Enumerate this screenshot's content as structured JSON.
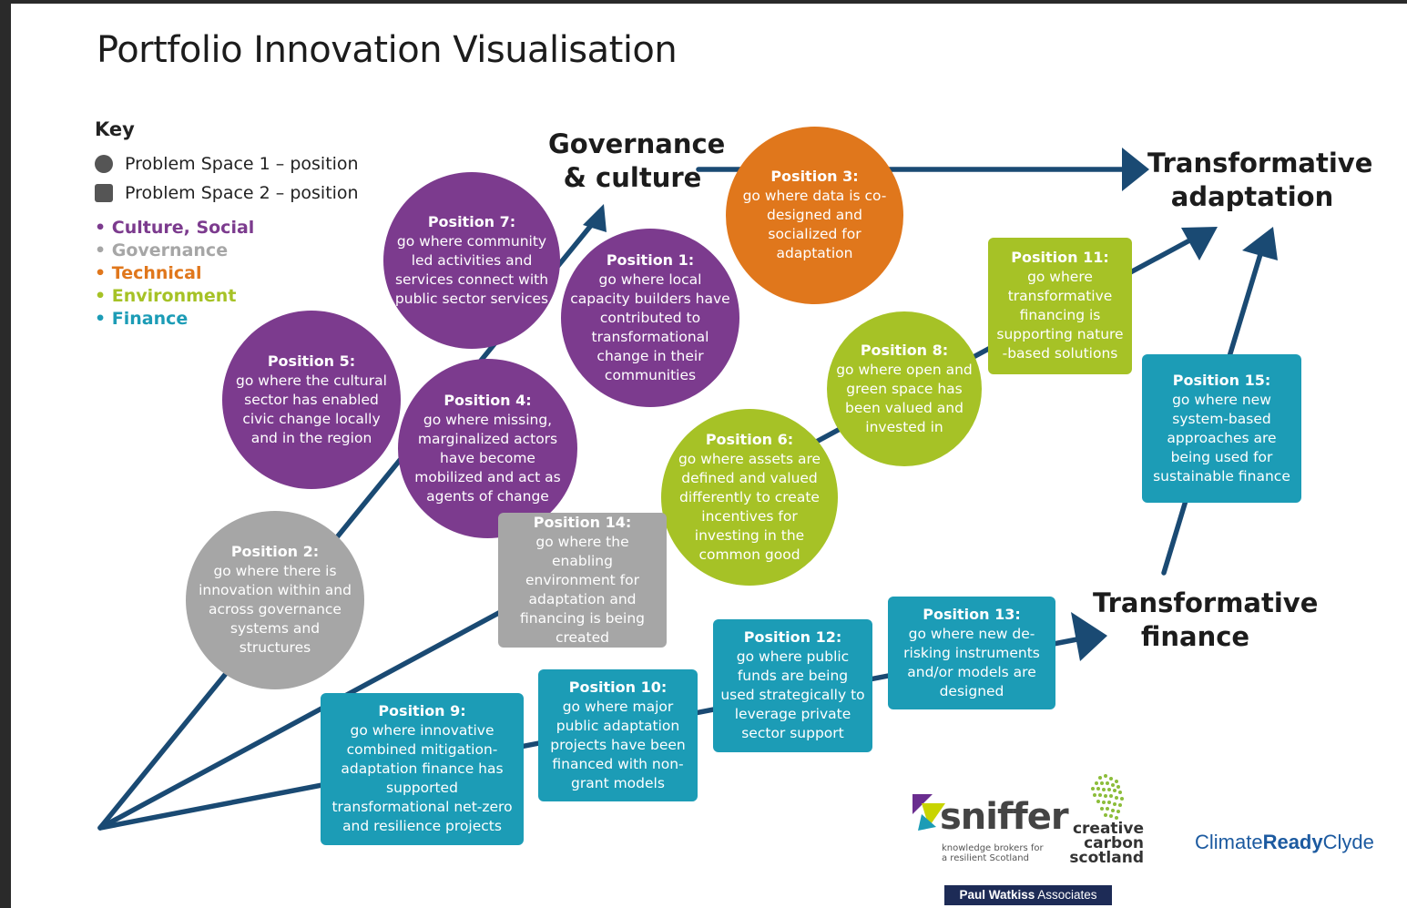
{
  "title": "Portfolio Innovation Visualisation",
  "key": {
    "heading": "Key",
    "shapes": [
      {
        "shape": "circle",
        "label": "Problem Space 1 – position"
      },
      {
        "shape": "square",
        "label": "Problem Space 2 – position"
      }
    ],
    "categories": [
      {
        "label": "Culture, Social",
        "color": "#7c3b8e"
      },
      {
        "label": "Governance",
        "color": "#a6a6a6"
      },
      {
        "label": "Technical",
        "color": "#e0771c"
      },
      {
        "label": "Environment",
        "color": "#a6c226"
      },
      {
        "label": "Finance",
        "color": "#1c9cb6"
      }
    ]
  },
  "arrow_color": "#1a4a73",
  "labels": {
    "governance": "Governance & culture",
    "transformative_adaptation": "Transformative adaptation",
    "transformative_finance": "Transformative finance"
  },
  "positions": [
    {
      "id": 7,
      "shape": "circle",
      "category": "Culture, Social",
      "title": "Position 7:",
      "text": "go where community led activities and services connect with public sector services"
    },
    {
      "id": 1,
      "shape": "circle",
      "category": "Culture, Social",
      "title": "Position 1:",
      "text": "go where local capacity builders have contributed to transformational change in their communities"
    },
    {
      "id": 3,
      "shape": "circle",
      "category": "Technical",
      "title": "Position 3:",
      "text": "go where data is co-designed and socialized for adaptation"
    },
    {
      "id": 5,
      "shape": "circle",
      "category": "Culture, Social",
      "title": "Position 5:",
      "text": "go where the cultural sector has enabled civic change locally and in the region"
    },
    {
      "id": 4,
      "shape": "circle",
      "category": "Culture, Social",
      "title": "Position 4:",
      "text": "go where missing, marginalized actors have become mobilized and act as agents of change"
    },
    {
      "id": 2,
      "shape": "circle",
      "category": "Governance",
      "title": "Position 2:",
      "text": "go where there is innovation within and across governance systems and structures"
    },
    {
      "id": 11,
      "shape": "square",
      "category": "Environment",
      "title": "Position 11:",
      "text": "go where transformative financing is supporting nature -based solutions"
    },
    {
      "id": 8,
      "shape": "circle",
      "category": "Environment",
      "title": "Position 8:",
      "text": "go where open and green space has been valued and invested in"
    },
    {
      "id": 6,
      "shape": "circle",
      "category": "Environment",
      "title": "Position 6:",
      "text": "go where assets are defined and valued differently to create incentives for investing in the common good"
    },
    {
      "id": 14,
      "shape": "square",
      "category": "Governance",
      "title": "Position 14:",
      "text": "go where the enabling environment for adaptation and financing is being created"
    },
    {
      "id": 15,
      "shape": "square",
      "category": "Finance",
      "title": "Position 15:",
      "text": "go where new system-based approaches are being used for sustainable finance"
    },
    {
      "id": 13,
      "shape": "square",
      "category": "Finance",
      "title": "Position 13:",
      "text": "go where new de-risking instruments and/or models are designed"
    },
    {
      "id": 12,
      "shape": "square",
      "category": "Finance",
      "title": "Position 12:",
      "text": "go where public funds are being used strategically to leverage private sector support"
    },
    {
      "id": 10,
      "shape": "square",
      "category": "Finance",
      "title": "Position 10:",
      "text": "go where major public adaptation projects have been financed with non-grant models"
    },
    {
      "id": 9,
      "shape": "square",
      "category": "Finance",
      "title": "Position 9:",
      "text": "go where innovative combined mitigation-adaptation finance has supported transformational net-zero and resilience projects"
    }
  ],
  "logos": {
    "sniffer": {
      "name": "sniffer",
      "tagline": "knowledge brokers for a resilient Scotland"
    },
    "ccs": {
      "line1": "creative",
      "line2": "carbon",
      "line3": "scotland"
    },
    "crc": {
      "part1": "Climate",
      "part2": "Ready",
      "part3": "Clyde"
    },
    "pwa": {
      "part1": "Paul Watkiss",
      "part2": "Associates"
    }
  }
}
